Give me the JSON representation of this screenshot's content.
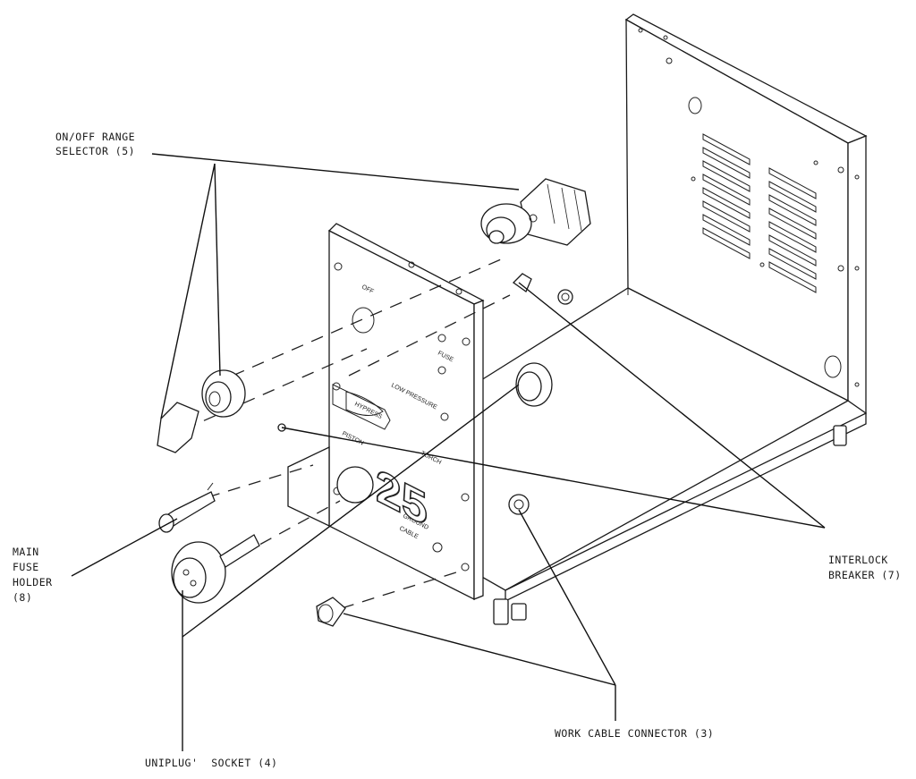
{
  "labels": {
    "range_selector_line1": "ON/OFF RANGE",
    "range_selector_line2": "SELECTOR (5)",
    "fuse_holder_line1": "MAIN",
    "fuse_holder_line2": "FUSE",
    "fuse_holder_line3": "HOLDER",
    "fuse_holder_line4": "(8)",
    "interlock_line1": "INTERLOCK",
    "interlock_line2": "BREAKER (7)",
    "work_cable": "WORK CABLE CONNECTOR (3)",
    "uniplug_socket": "UNIPLUG'  SOCKET (4)"
  },
  "panel": {
    "big_number": "25",
    "fuse": "FUSE",
    "low_pressure": "LOW PRESSURE",
    "off": "OFF",
    "ground_cable_line1": "GROUND",
    "ground_cable_line2": "CABLE",
    "badge": "HYPRESS",
    "piston": "PISTON",
    "torch": "TORCH"
  }
}
